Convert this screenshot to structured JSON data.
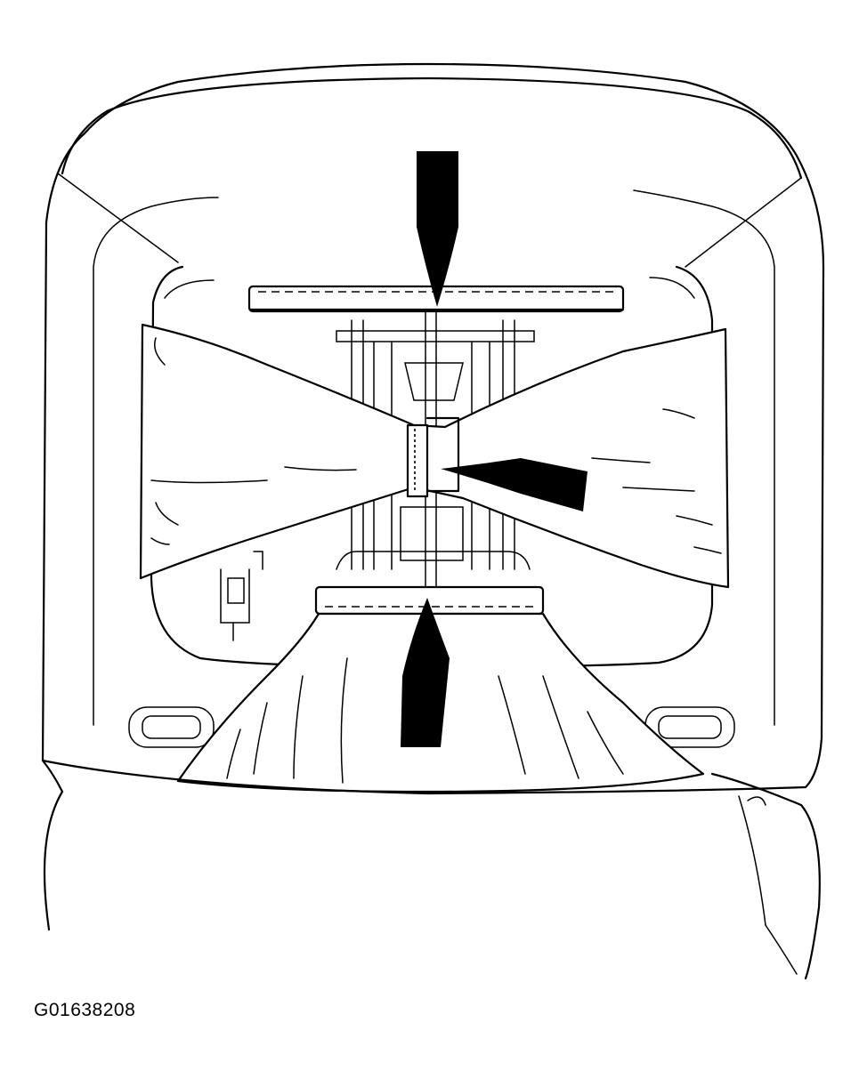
{
  "figure": {
    "code": "G01638208",
    "colors": {
      "line": "#000000",
      "background": "#ffffff"
    },
    "arrows": [
      {
        "name": "top-arrow",
        "direction": "down"
      },
      {
        "name": "center-arrow",
        "direction": "left"
      },
      {
        "name": "bottom-arrow",
        "direction": "up"
      }
    ]
  }
}
